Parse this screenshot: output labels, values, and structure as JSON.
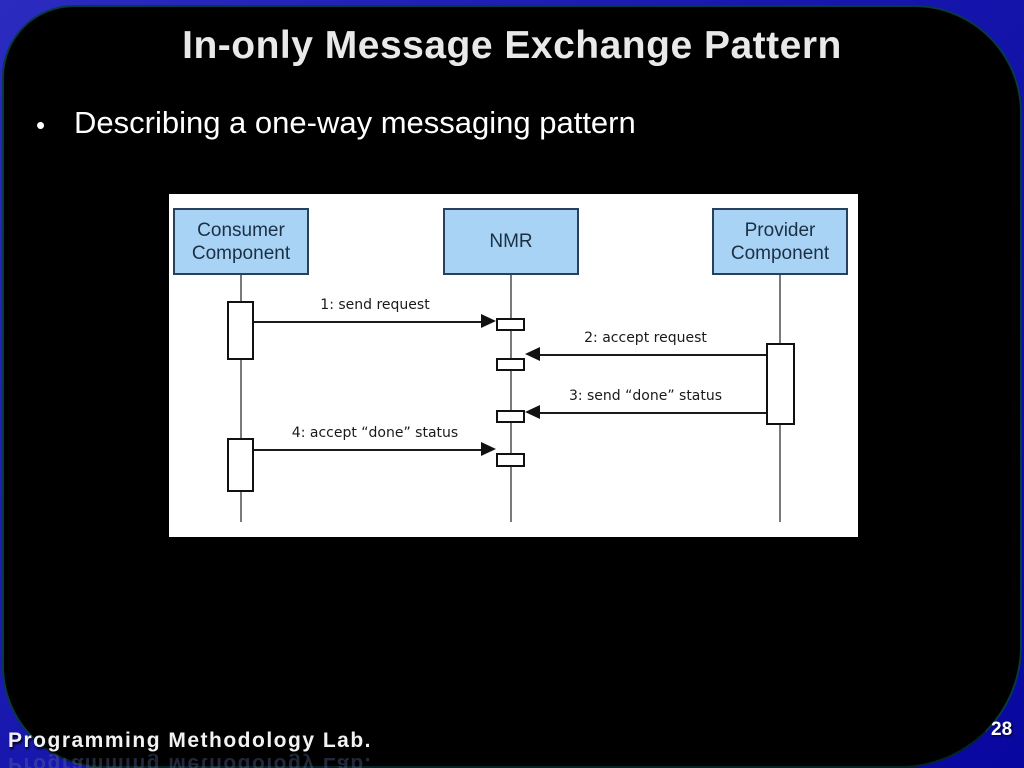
{
  "slide": {
    "title": "In-only Message Exchange Pattern",
    "bullet_glyph": "•",
    "bullet_text": "Describing a one-way messaging pattern",
    "footer": "Programming Methodology Lab.",
    "page_number": "28",
    "colors": {
      "frame_blue_light": "#2b2bc0",
      "frame_blue_dark": "#0808a0",
      "slide_background": "#000000",
      "frame_edge_teal": "#106678",
      "title_color": "#e9e9e9",
      "body_text_color": "#ffffff"
    }
  },
  "diagram": {
    "type": "uml-sequence",
    "background": "#ffffff",
    "participant_fill": "#a9d3f5",
    "participant_border": "#27415c",
    "participant_text_color": "#1b3044",
    "lifeline_color": "#7a7a7a",
    "message_color": "#1a1a1a",
    "participants": [
      {
        "name": "Consumer Component",
        "line1": "Consumer",
        "line2": "Component"
      },
      {
        "name": "NMR",
        "line1": "NMR",
        "line2": ""
      },
      {
        "name": "Provider Component",
        "line1": "Provider",
        "line2": "Component"
      }
    ],
    "messages": [
      {
        "seq": 1,
        "label": "1: send request",
        "from": "Consumer Component",
        "to": "NMR",
        "direction": "right"
      },
      {
        "seq": 2,
        "label": "2: accept request",
        "from": "Provider Component",
        "to": "NMR",
        "direction": "left"
      },
      {
        "seq": 3,
        "label": "3: send “done” status",
        "from": "Provider Component",
        "to": "NMR",
        "direction": "left"
      },
      {
        "seq": 4,
        "label": "4: accept “done” status",
        "from": "Consumer Component",
        "to": "NMR",
        "direction": "right"
      }
    ]
  }
}
